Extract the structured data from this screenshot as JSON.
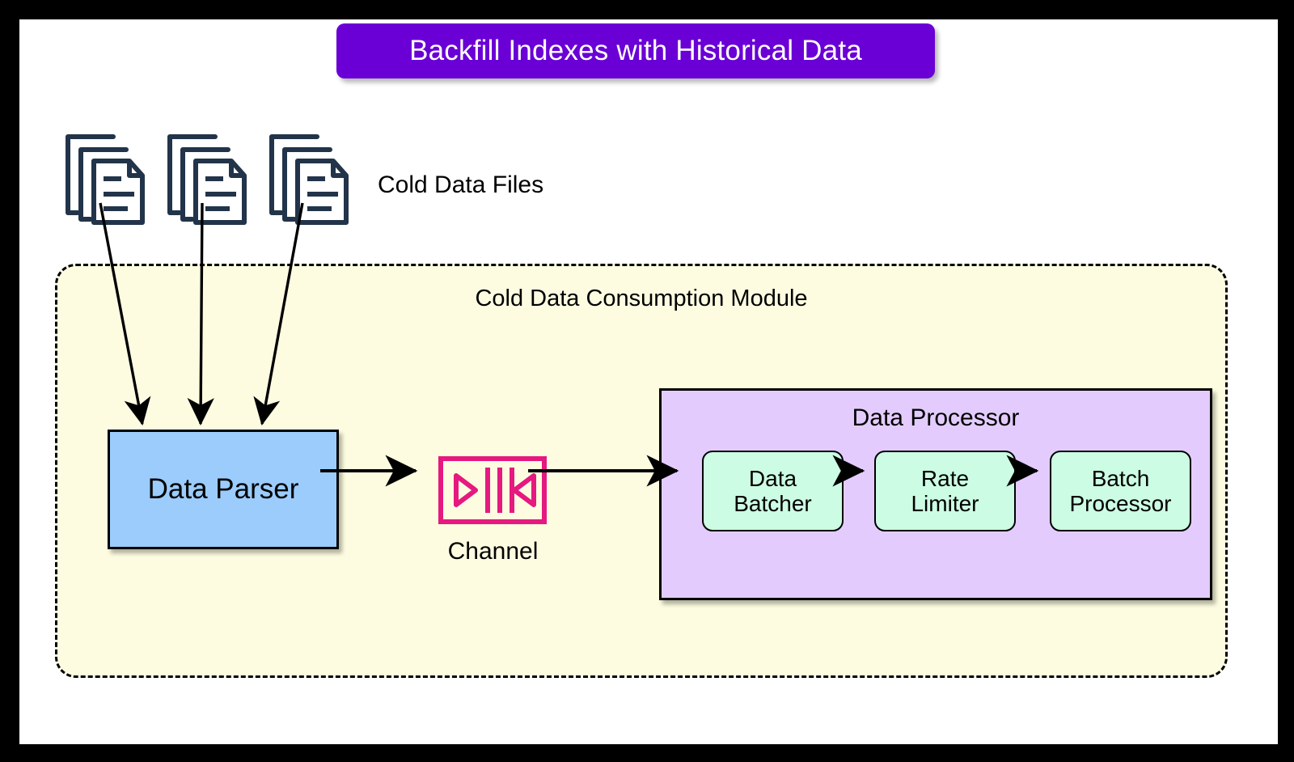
{
  "title": {
    "text": "Backfill Indexes with Historical Data",
    "background": "#6A00D6",
    "color": "#ffffff"
  },
  "canvas": {
    "background": "#ffffff",
    "frame_color": "#000000"
  },
  "sources": {
    "label": "Cold Data Files",
    "icon": "document-stack-icon",
    "icon_color": "#22344A",
    "count": 3
  },
  "module": {
    "title": "Cold Data Consumption Module",
    "background": "#FDFCE1",
    "border_style": "dashed",
    "border_color": "#000000"
  },
  "parser": {
    "label": "Data Parser",
    "background": "#9BCCFC",
    "border_color": "#000000"
  },
  "channel": {
    "label": "Channel",
    "icon": "channel-icon",
    "color": "#E5197F"
  },
  "processor": {
    "title": "Data Processor",
    "background": "#E3CCFD",
    "border_color": "#000000",
    "node_background": "#CCFCE3",
    "nodes": [
      {
        "line1": "Data",
        "line2": "Batcher"
      },
      {
        "line1": "Rate",
        "line2": "Limiter"
      },
      {
        "line1": "Batch",
        "line2": "Processor"
      }
    ]
  },
  "edges": [
    {
      "from": "cold-data-file-1",
      "to": "data-parser"
    },
    {
      "from": "cold-data-file-2",
      "to": "data-parser"
    },
    {
      "from": "cold-data-file-3",
      "to": "data-parser"
    },
    {
      "from": "data-parser",
      "to": "channel"
    },
    {
      "from": "channel",
      "to": "data-batcher"
    },
    {
      "from": "data-batcher",
      "to": "rate-limiter"
    },
    {
      "from": "rate-limiter",
      "to": "batch-processor"
    }
  ]
}
